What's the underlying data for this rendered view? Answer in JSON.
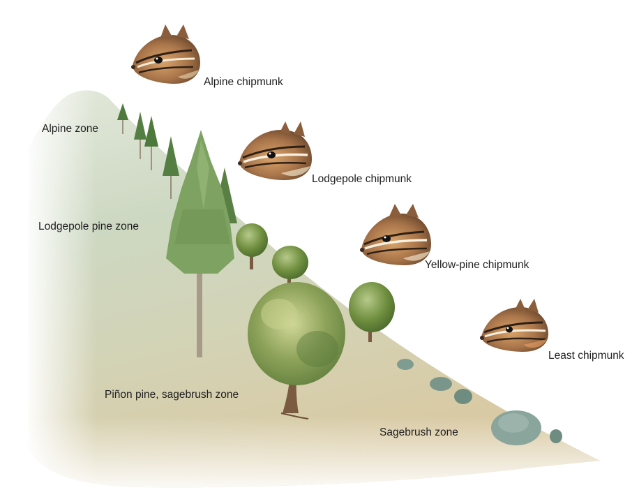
{
  "zones": [
    {
      "id": "alpine",
      "label": "Alpine zone"
    },
    {
      "id": "lodgepole",
      "label": "Lodgepole pine zone"
    },
    {
      "id": "pinon",
      "label": "Piñon pine, sagebrush zone"
    },
    {
      "id": "sagebrush",
      "label": "Sagebrush zone"
    }
  ],
  "species": [
    {
      "id": "alpine",
      "label": "Alpine chipmunk"
    },
    {
      "id": "lodgepole",
      "label": "Lodgepole chipmunk"
    },
    {
      "id": "yellow-pine",
      "label": "Yellow-pine chipmunk"
    },
    {
      "id": "least",
      "label": "Least chipmunk"
    }
  ],
  "colors": {
    "slope_top": "#dfe6d6",
    "slope_mid": "#d8dcc6",
    "slope_bottom": "#d6c9a6",
    "conifer": "#5c8a4a",
    "broadleaf": "#6e8f3e",
    "sagebrush": "#8aa59c",
    "chipmunk_fur": "#a9754a"
  }
}
